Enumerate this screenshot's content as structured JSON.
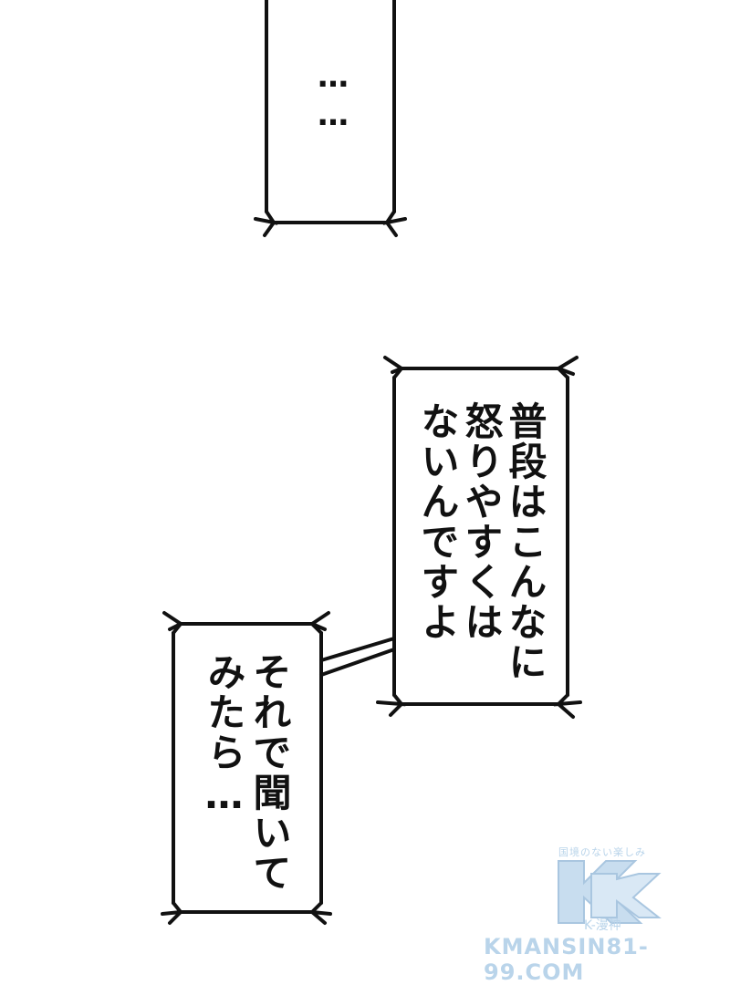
{
  "bubbles": {
    "top": {
      "text": "……"
    },
    "right": {
      "lines": [
        "普段はこんなに",
        "怒りやすくは",
        "ないんですよ"
      ]
    },
    "left": {
      "lines": [
        "それで聞いて",
        "みたら…"
      ]
    }
  },
  "watermark": {
    "tagline": "国境のない楽しみ",
    "logo": "K",
    "sub": "K-漫神",
    "url": "KMANSIN81-99.COM",
    "color": "#b9d4ea"
  }
}
